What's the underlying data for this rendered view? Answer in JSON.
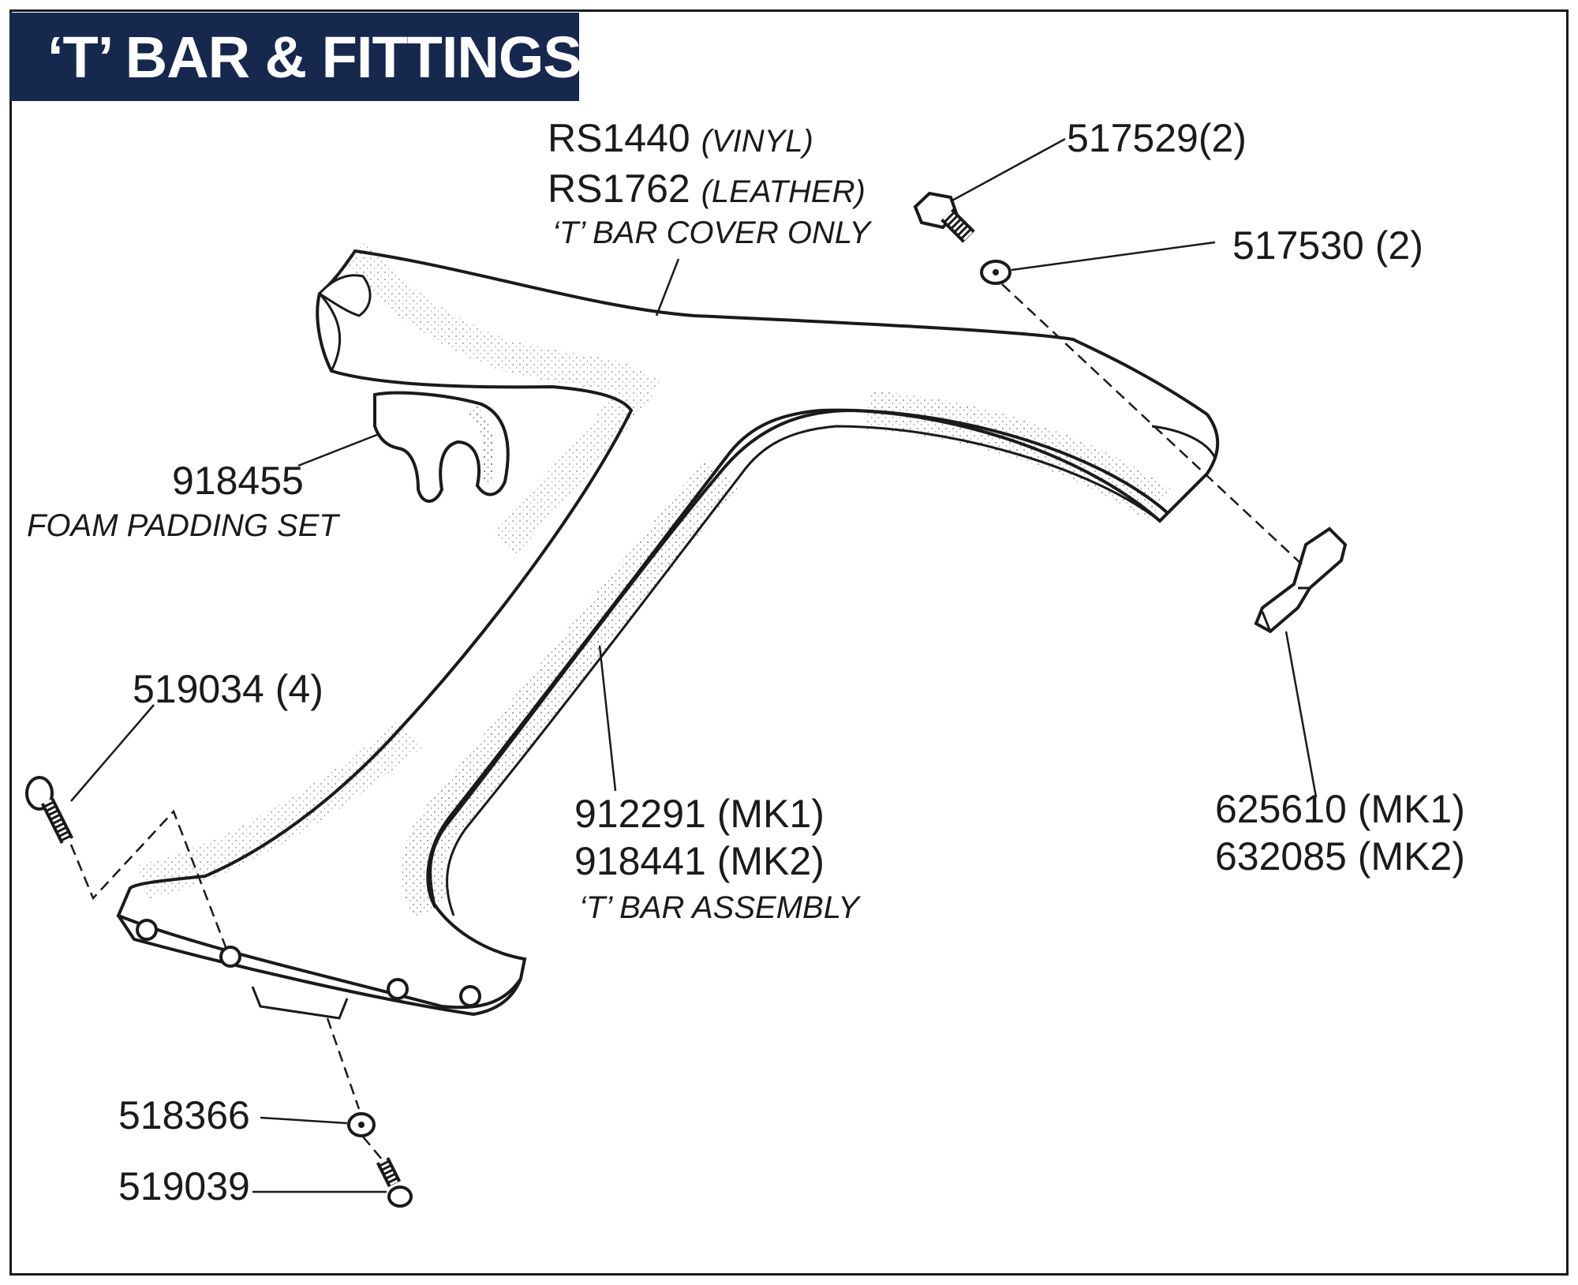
{
  "title": "‘T’ BAR & FITTINGS",
  "colors": {
    "title_background": "#16284e",
    "title_text": "#ffffff",
    "line_art": "#1a1a1a"
  },
  "callouts": {
    "cover": {
      "part_vinyl": "RS1440",
      "note_vinyl": "(VINYL)",
      "part_leather": "RS1762",
      "note_leather": "(LEATHER)",
      "description": "‘T’ BAR COVER ONLY"
    },
    "bolt": {
      "part": "517529(2)"
    },
    "washer": {
      "part": "517530 (2)"
    },
    "foam": {
      "part": "918455",
      "description": "FOAM PADDING SET"
    },
    "screw_front": {
      "part": "519034 (4)"
    },
    "assembly": {
      "part_mk1": "912291 (MK1)",
      "part_mk2": "918441 (MK2)",
      "description": "‘T’ BAR ASSEMBLY"
    },
    "bracket": {
      "part_mk1": "625610 (MK1)",
      "part_mk2": "632085 (MK2)"
    },
    "washer_lower": {
      "part": "518366"
    },
    "screw_lower": {
      "part": "519039"
    }
  }
}
